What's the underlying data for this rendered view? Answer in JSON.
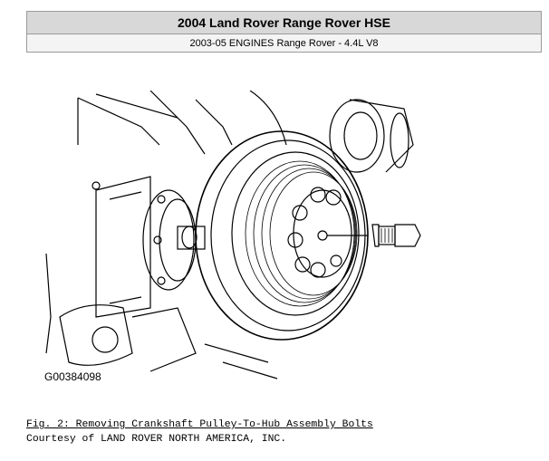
{
  "header": {
    "title": "2004 Land Rover Range Rover HSE",
    "subtitle": "2003-05 ENGINES Range Rover - 4.4L V8"
  },
  "figure": {
    "id_label": "G00384098",
    "caption": "Fig. 2: Removing Crankshaft Pulley-To-Hub Assembly Bolts",
    "courtesy": "Courtesy of LAND ROVER NORTH AMERICA, INC."
  }
}
